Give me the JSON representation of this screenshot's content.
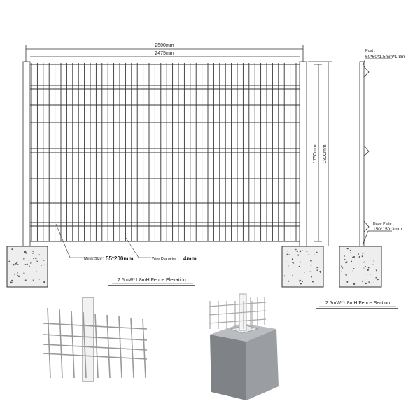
{
  "elevation": {
    "overall_width": "2500mm",
    "panel_width": "2475mm",
    "panel_height": "1750mm",
    "post_height": "1800mm",
    "mesh_size_label": "Mesh Size :",
    "mesh_size_value": "55*200mm",
    "wire_diameter_label": "Wire Diameter :",
    "wire_diameter_value": "4mm",
    "caption": "2.5mW*1.8mH Fence Elevation"
  },
  "section": {
    "post_label": "Post :",
    "post_value": "60*60*1.5mm*1.8m",
    "base_plate_label": "Base Plate :",
    "base_plate_value": "150*150*3mm",
    "caption": "2.5mW*1.8mH Fence Section"
  },
  "colors": {
    "line": "#333333",
    "concrete": "#eeeeee",
    "box": "#8a8d92"
  }
}
